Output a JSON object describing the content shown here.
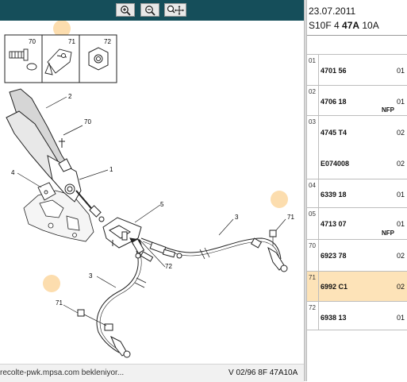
{
  "toolbar": {
    "zoom_in_icon": "zoom-in-icon",
    "zoom_out_icon": "zoom-out-icon",
    "pan_icon": "pan-icon"
  },
  "diagram": {
    "callouts": {
      "c70_box": "70",
      "c71_box": "71",
      "c72_box": "72",
      "c1": "1",
      "c2": "2",
      "c3a": "3",
      "c3b": "3",
      "c4": "4",
      "c5": "5",
      "c70": "70",
      "c71a": "71",
      "c71b": "71",
      "c72": "72"
    }
  },
  "status": {
    "left_text": "recolte-pwk.mpsa.com bekleniyor...",
    "right_text": "V 02/96 8F 47A10A"
  },
  "parts_header": {
    "date": "23.07.2011",
    "code_prefix": "S10F 4 ",
    "code_bold": "47A",
    "code_suffix": " 10A"
  },
  "parts": [
    {
      "num": "01",
      "code": "4701 56",
      "qty": "01",
      "note": ""
    },
    {
      "num": "02",
      "code": "4706 18",
      "qty": "01",
      "note": "NFP"
    },
    {
      "num": "03",
      "code": "4745 T4",
      "qty": "02",
      "note": "",
      "code2": "E074008",
      "qty2": "02"
    },
    {
      "num": "04",
      "code": "6339 18",
      "qty": "01",
      "note": ""
    },
    {
      "num": "05",
      "code": "4713 07",
      "qty": "01",
      "note": "NFP"
    },
    {
      "num": "70",
      "code": "6923 78",
      "qty": "02",
      "note": ""
    },
    {
      "num": "71",
      "code": "6992 C1",
      "qty": "02",
      "note": "",
      "selected": true
    },
    {
      "num": "72",
      "code": "6938 13",
      "qty": "01",
      "note": ""
    }
  ],
  "colors": {
    "toolbar": "#154e5a",
    "highlight": "#fde3b8",
    "hotspot": "#fbd59a"
  }
}
